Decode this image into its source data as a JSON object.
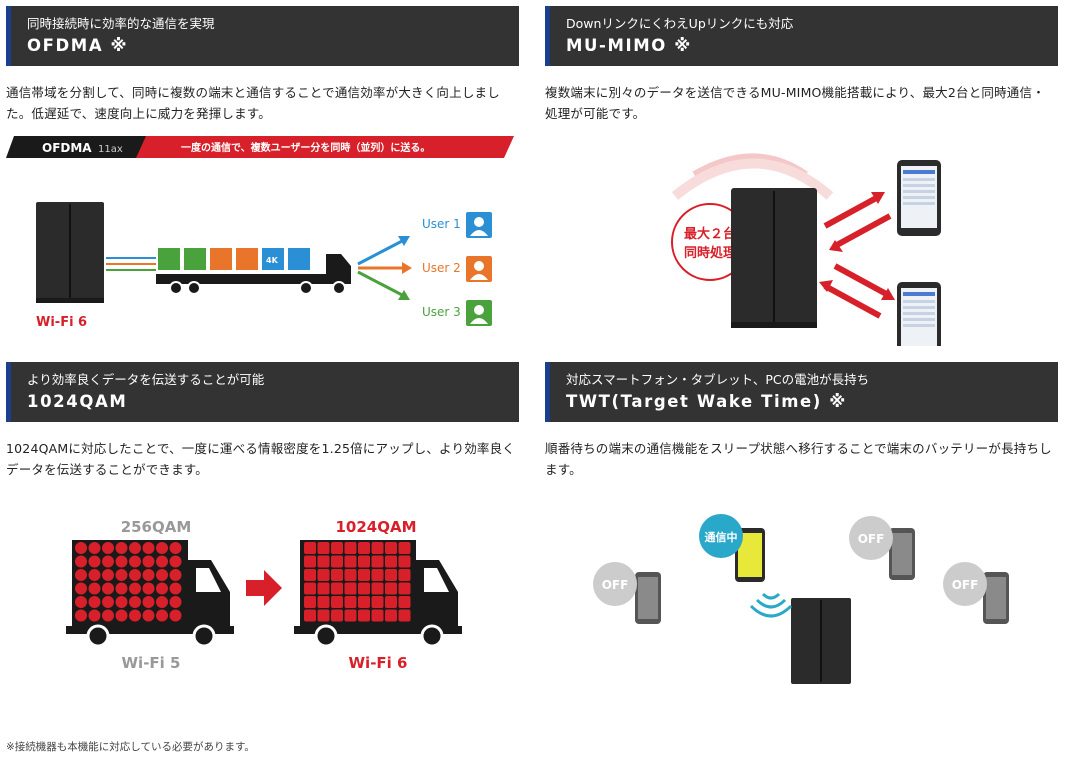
{
  "sections": [
    {
      "subtitle": "同時接続時に効率的な通信を実現",
      "title": "OFDMA ※",
      "description": "通信帯域を分割して、同時に複数の端末と通信することで通信効率が大きく向上しました。低遅延で、速度向上に威力を発揮します。",
      "figure": {
        "banner_left": "OFDMA",
        "banner_left_small": "11ax",
        "banner_right": "一度の通信で、複数ユーザー分を同時（並列）に送る。",
        "wifi_label": "Wi-Fi 6",
        "device_label": "4K",
        "users": [
          "User 1",
          "User 2",
          "User 3"
        ]
      }
    },
    {
      "subtitle": "DownリンクにくわえUpリンクにも対応",
      "title": "MU-MIMO ※",
      "description": "複数端末に別々のデータを送信できるMU-MIMO機能搭載により、最大2台と同時通信・処理が可能です。",
      "figure": {
        "badge_line1": "最大２台",
        "badge_line2": "同時処理"
      }
    },
    {
      "subtitle": "より効率良くデータを伝送することが可能",
      "title": "1024QAM",
      "description": "1024QAMに対応したことで、一度に運べる情報密度を1.25倍にアップし、より効率良くデータを伝送することができます。",
      "figure": {
        "left_top": "256QAM",
        "left_bottom": "Wi-Fi 5",
        "right_top": "1024QAM",
        "right_bottom": "Wi-Fi 6"
      }
    },
    {
      "subtitle": "対応スマートフォン・タブレット、PCの電池が長持ち",
      "title": "TWT(Target Wake Time) ※",
      "description": "順番待ちの端末の通信機能をスリープ状態へ移行することで端末のバッテリーが長持ちします。",
      "figure": {
        "active_label": "通信中",
        "off_label": "OFF"
      }
    }
  ],
  "footnote": "※接続機器も本機能に対応している必要があります。",
  "colors": {
    "header_bg": "#333333",
    "header_accent": "#1b3f8f",
    "red": "#d8202a",
    "blue_arrow": "#2b8fd6",
    "orange_arrow": "#e8752a",
    "green_arrow": "#4aa23c"
  }
}
